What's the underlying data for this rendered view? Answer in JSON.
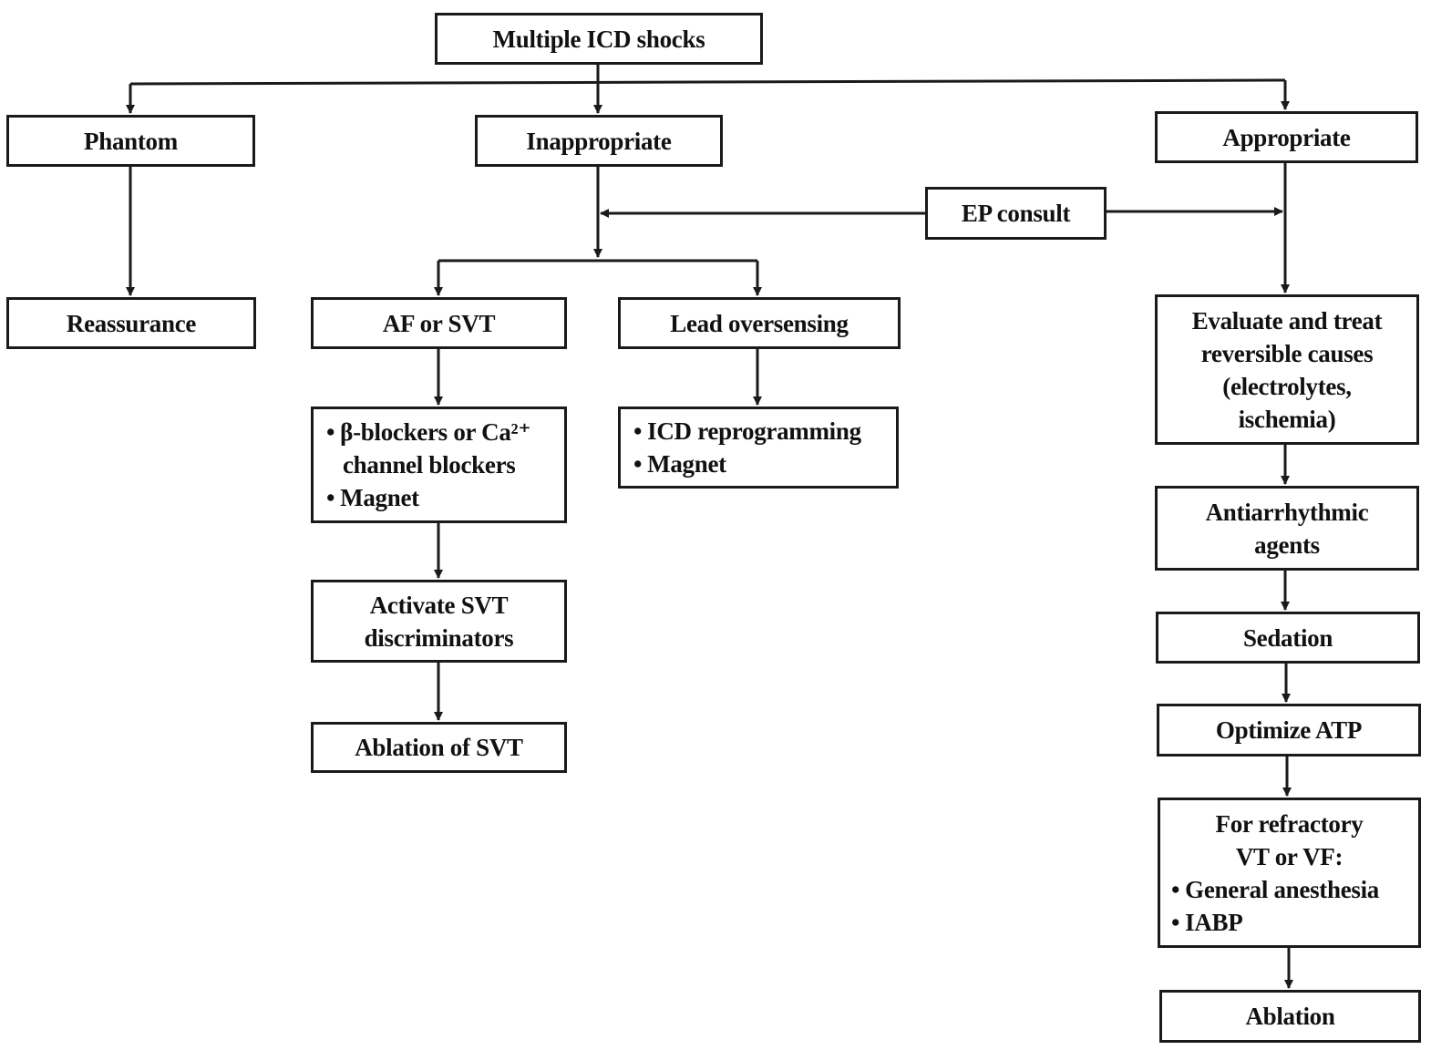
{
  "nodes": {
    "root": "Multiple ICD shocks",
    "phantom": "Phantom",
    "inappropriate": "Inappropriate",
    "appropriate": "Appropriate",
    "ep_consult": "EP consult",
    "reassurance": "Reassurance",
    "af_svt": "AF or SVT",
    "lead_oversensing": "Lead oversensing",
    "beta_blockers": {
      "bullet1_line1": "β-blockers or Ca²⁺",
      "bullet1_line2": "channel blockers",
      "bullet2": "Magnet"
    },
    "icd_reprog": {
      "bullet1": "ICD reprogramming",
      "bullet2": "Magnet"
    },
    "activate_svt": {
      "line1": "Activate SVT",
      "line2": "discriminators"
    },
    "ablation_svt": "Ablation of SVT",
    "evaluate": {
      "line1": "Evaluate and treat",
      "line2": "reversible causes",
      "line3": "(electrolytes,",
      "line4": "ischemia)"
    },
    "antiarrhythmic": {
      "line1": "Antiarrhythmic",
      "line2": "agents"
    },
    "sedation": "Sedation",
    "optimize_atp": "Optimize ATP",
    "refractory": {
      "line1": "For refractory",
      "line2": "VT or VF:",
      "bullet1": "General anesthesia",
      "bullet2": "IABP"
    },
    "ablation": "Ablation"
  }
}
